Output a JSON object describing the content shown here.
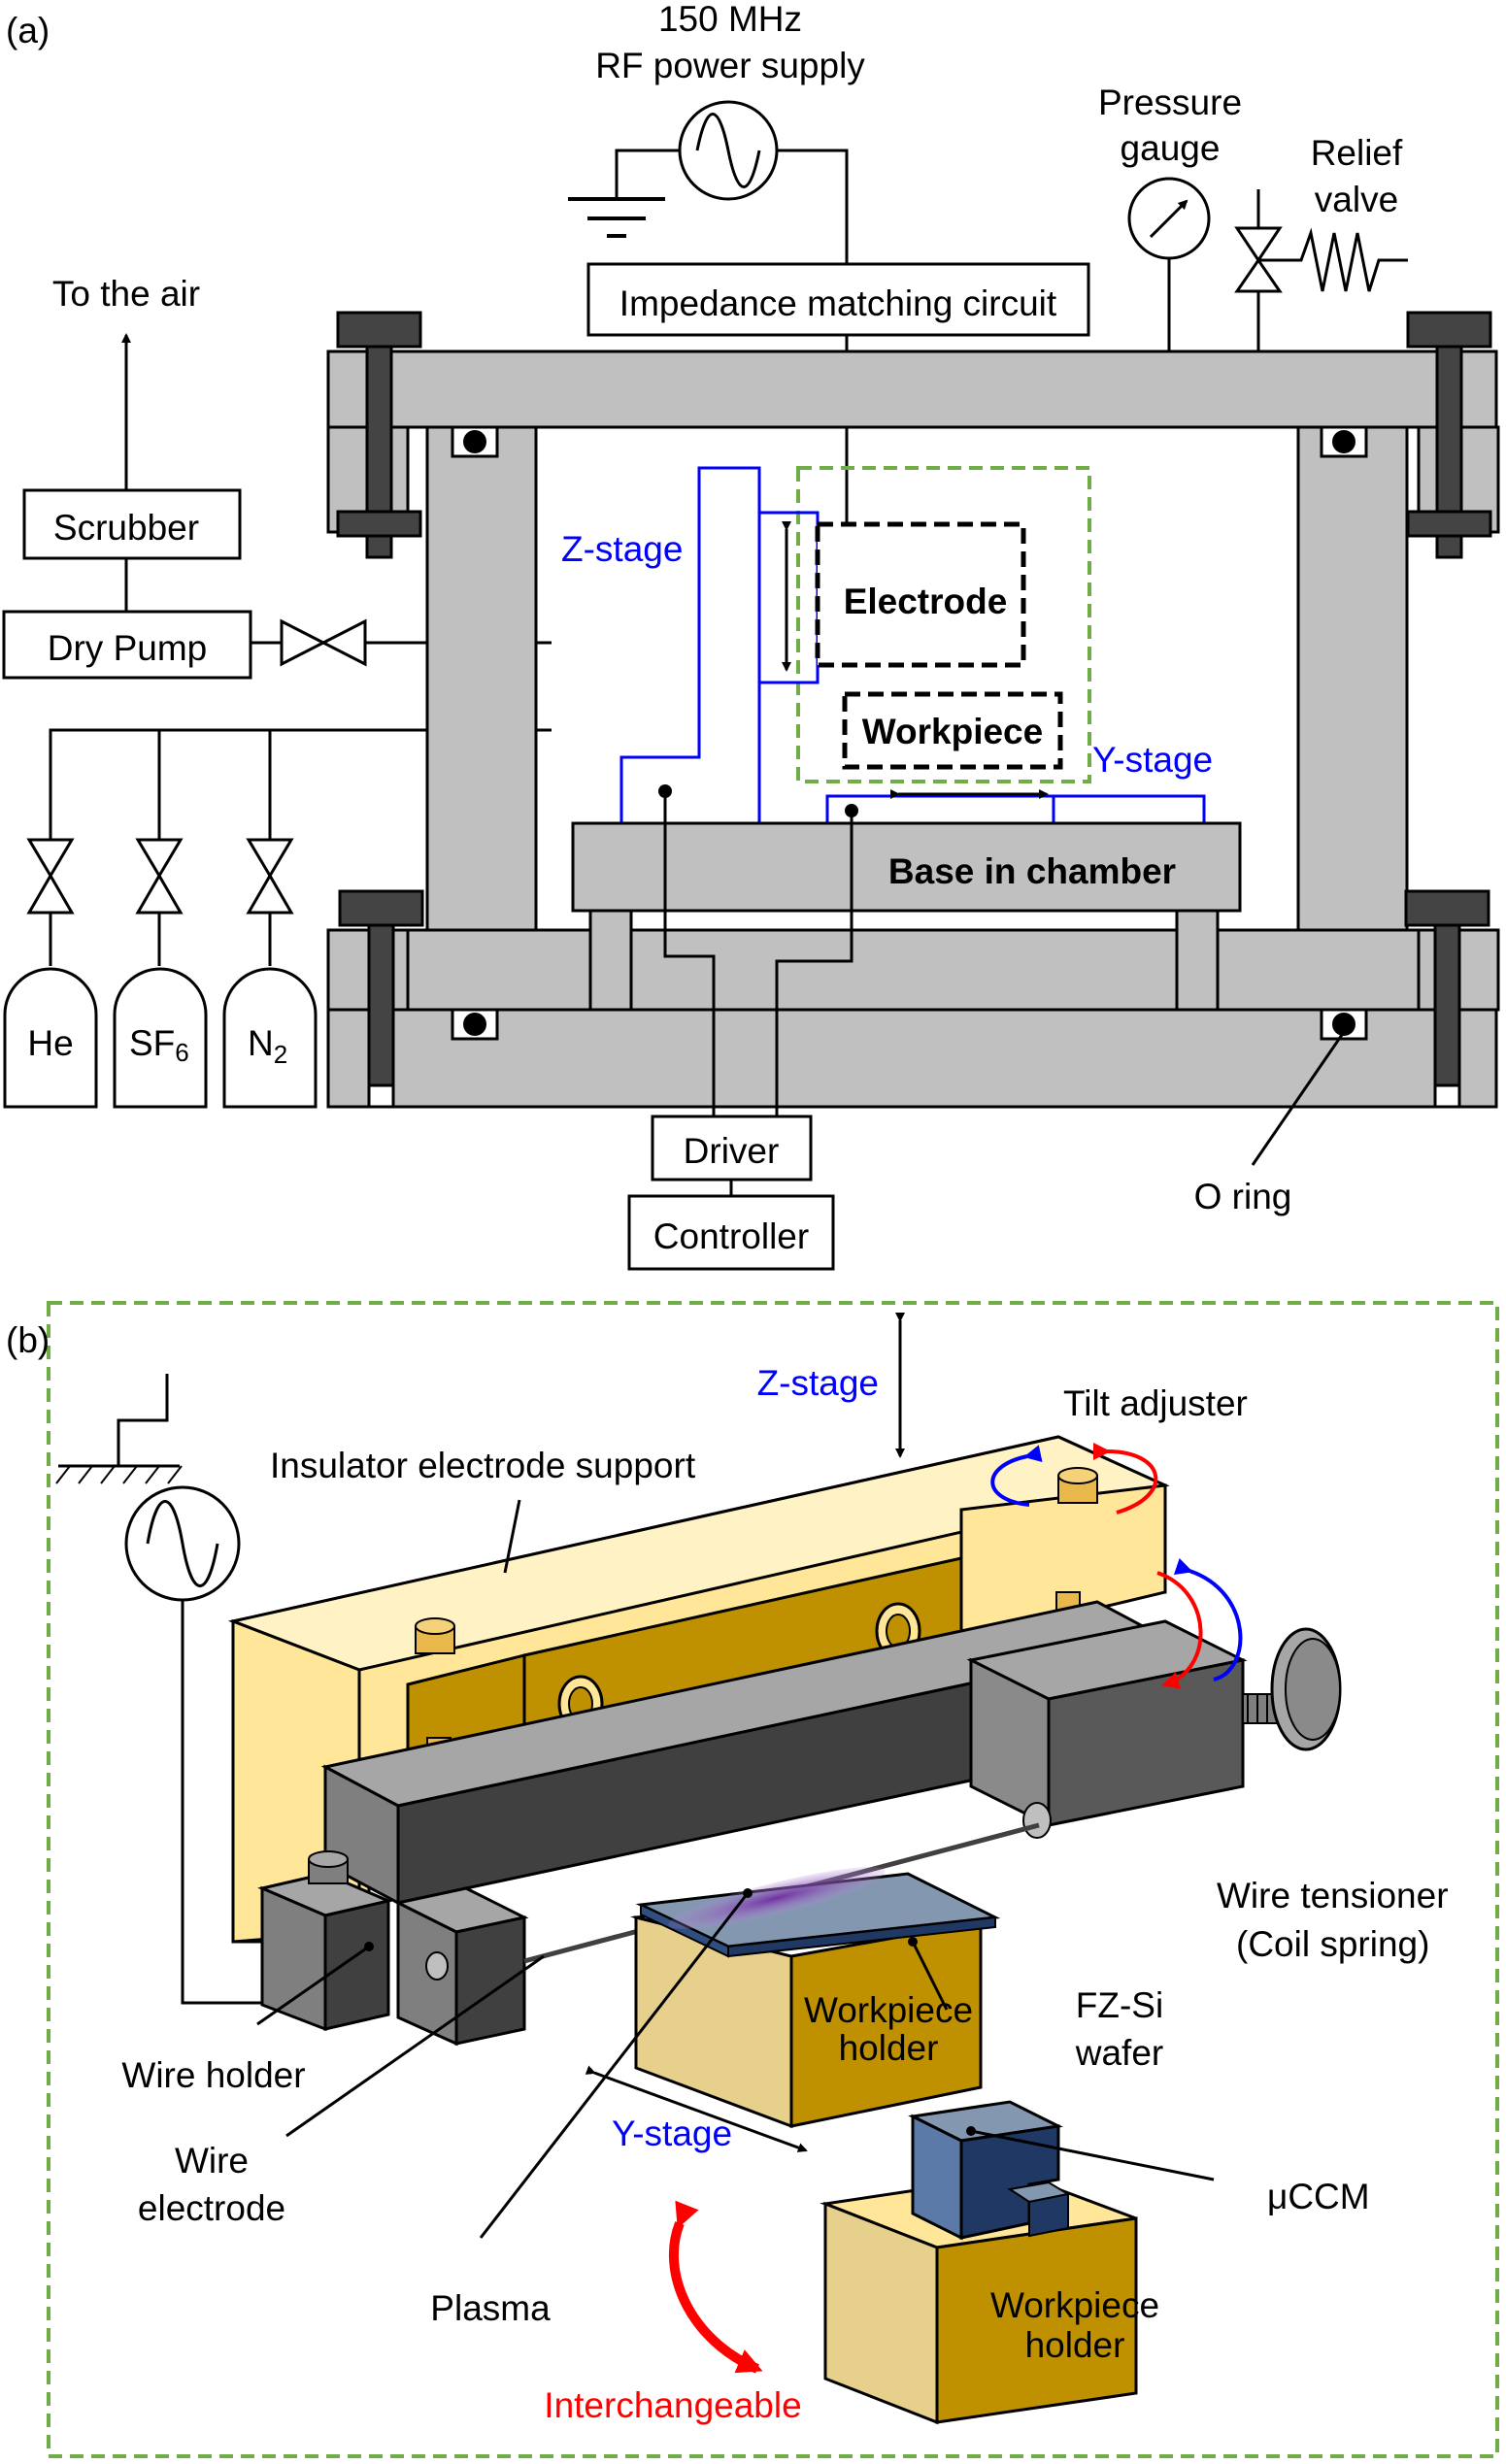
{
  "panel_a": {
    "tag": "(a)",
    "rf_line1": "150 MHz",
    "rf_line2": "RF power supply",
    "matching": "Impedance matching circuit",
    "pressure1": "Pressure",
    "pressure2": "gauge",
    "relief1": "Relief",
    "relief2": "valve",
    "to_air": "To the air",
    "scrubber": "Scrubber",
    "dry_pump": "Dry Pump",
    "z_stage": "Z-stage",
    "electrode": "Electrode",
    "workpiece": "Workpiece",
    "y_stage": "Y-stage",
    "base": "Base in chamber",
    "gas_he": "He",
    "gas_sf6": "SF",
    "gas_sf6_sub": "6",
    "gas_n2": "N",
    "gas_n2_sub": "2",
    "driver": "Driver",
    "controller": "Controller",
    "oring": "O ring"
  },
  "panel_b": {
    "tag": "(b)",
    "z_stage": "Z-stage",
    "tilt": "Tilt adjuster",
    "insulator": "Insulator electrode support",
    "tensioner1": "Wire tensioner",
    "tensioner2": "(Coil spring)",
    "wp_holder1_a": "Workpiece",
    "wp_holder1_b": "holder",
    "fzsi1": "FZ-Si",
    "fzsi2": "wafer",
    "wire_holder": "Wire holder",
    "wire_elec1": "Wire",
    "wire_elec2": "electrode",
    "y_stage": "Y-stage",
    "uccm": "μCCM",
    "plasma": "Plasma",
    "wp_holder2_a": "Workpiece",
    "wp_holder2_b": "holder",
    "interchangeable": "Interchangeable"
  },
  "colors": {
    "frame_gray": "#c0c0c0",
    "stage_blue": "#0000ff",
    "dashed_green": "#70ad47",
    "support_yellow": "#ffe699",
    "holder_gold": "#bf9000",
    "wafer_blue": "#8497b0",
    "plasma_purple": "#7030a0",
    "accent_red": "#ff0000"
  }
}
